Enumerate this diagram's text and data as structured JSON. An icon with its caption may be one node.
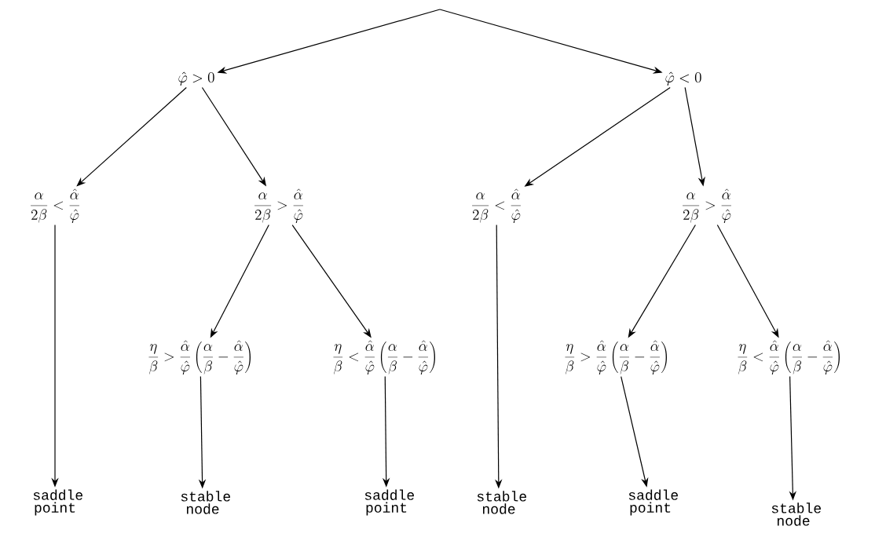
{
  "diagram": {
    "nodes": [
      {
        "text": [
          "\\hat{\\varphi} > 0"
        ]
      },
      {
        "text": [
          "\\hat{\\varphi} < 0"
        ]
      },
      {
        "text": [
          "\\frac{\\alpha}{2\\beta} < \\frac{\\hat{\\alpha}}{\\hat{\\varphi}}"
        ]
      },
      {
        "text": [
          "\\frac{\\alpha}{2\\beta} > \\frac{\\hat{\\alpha}}{\\hat{\\varphi}}"
        ]
      },
      {
        "text": [
          "\\frac{\\alpha}{2\\beta} < \\frac{\\hat{\\alpha}}{\\hat{\\varphi}}"
        ]
      },
      {
        "text": [
          "\\frac{\\alpha}{2\\beta} > \\frac{\\hat{\\alpha}}{\\hat{\\varphi}}"
        ]
      },
      {
        "text": [
          "\\frac{\\eta}{\\beta} > \\frac{\\hat{\\alpha}}{\\hat{\\varphi}}\\left(\\frac{\\alpha}{\\beta} - \\frac{\\hat{\\alpha}}{\\hat{\\varphi}}\\right)"
        ]
      },
      {
        "text": [
          "\\frac{\\eta}{\\beta} < \\frac{\\hat{\\alpha}}{\\hat{\\varphi}}\\left(\\frac{\\alpha}{\\beta} - \\frac{\\hat{\\alpha}}{\\hat{\\varphi}}\\right)"
        ]
      },
      {
        "text": [
          "\\frac{\\eta}{\\beta} > \\frac{\\hat{\\alpha}}{\\hat{\\varphi}}\\left(\\frac{\\alpha}{\\beta} - \\frac{\\hat{\\alpha}}{\\hat{\\varphi}}\\right)"
        ]
      },
      {
        "text": [
          "\\frac{\\eta}{\\beta} < \\frac{\\hat{\\alpha}}{\\hat{\\varphi}}\\left(\\frac{\\alpha}{\\beta} - \\frac{\\hat{\\alpha}}{\\hat{\\varphi}}\\right)"
        ]
      },
      {
        "text": [
          "saddle point"
        ]
      },
      {
        "text": [
          "stable node"
        ]
      },
      {
        "text": [
          "saddle point"
        ]
      },
      {
        "text": [
          "stable node"
        ]
      },
      {
        "text": [
          "saddle point"
        ]
      },
      {
        "text": [
          "stable node"
        ]
      }
    ],
    "edges": [
      {
        "from": null,
        "to": 0,
        "arrow": "to"
      },
      {
        "from": null,
        "to": 1,
        "arrow": "to"
      },
      {
        "from": 0,
        "to": 2,
        "arrow": "to"
      },
      {
        "from": 0,
        "to": 3,
        "arrow": "to"
      },
      {
        "from": 1,
        "to": 4,
        "arrow": "to"
      },
      {
        "from": 1,
        "to": 5,
        "arrow": "to"
      },
      {
        "from": 3,
        "to": 6,
        "arrow": "to"
      },
      {
        "from": 3,
        "to": 7,
        "arrow": "to"
      },
      {
        "from": 5,
        "to": 8,
        "arrow": "to"
      },
      {
        "from": 5,
        "to": 9,
        "arrow": "to"
      },
      {
        "from": 2,
        "to": 10,
        "arrow": "to"
      },
      {
        "from": 6,
        "to": 11,
        "arrow": "to"
      },
      {
        "from": 7,
        "to": 12,
        "arrow": "to"
      },
      {
        "from": 4,
        "to": 13,
        "arrow": "to"
      },
      {
        "from": 8,
        "to": 14,
        "arrow": "to"
      },
      {
        "from": 9,
        "to": 15,
        "arrow": "to"
      }
    ]
  }
}
